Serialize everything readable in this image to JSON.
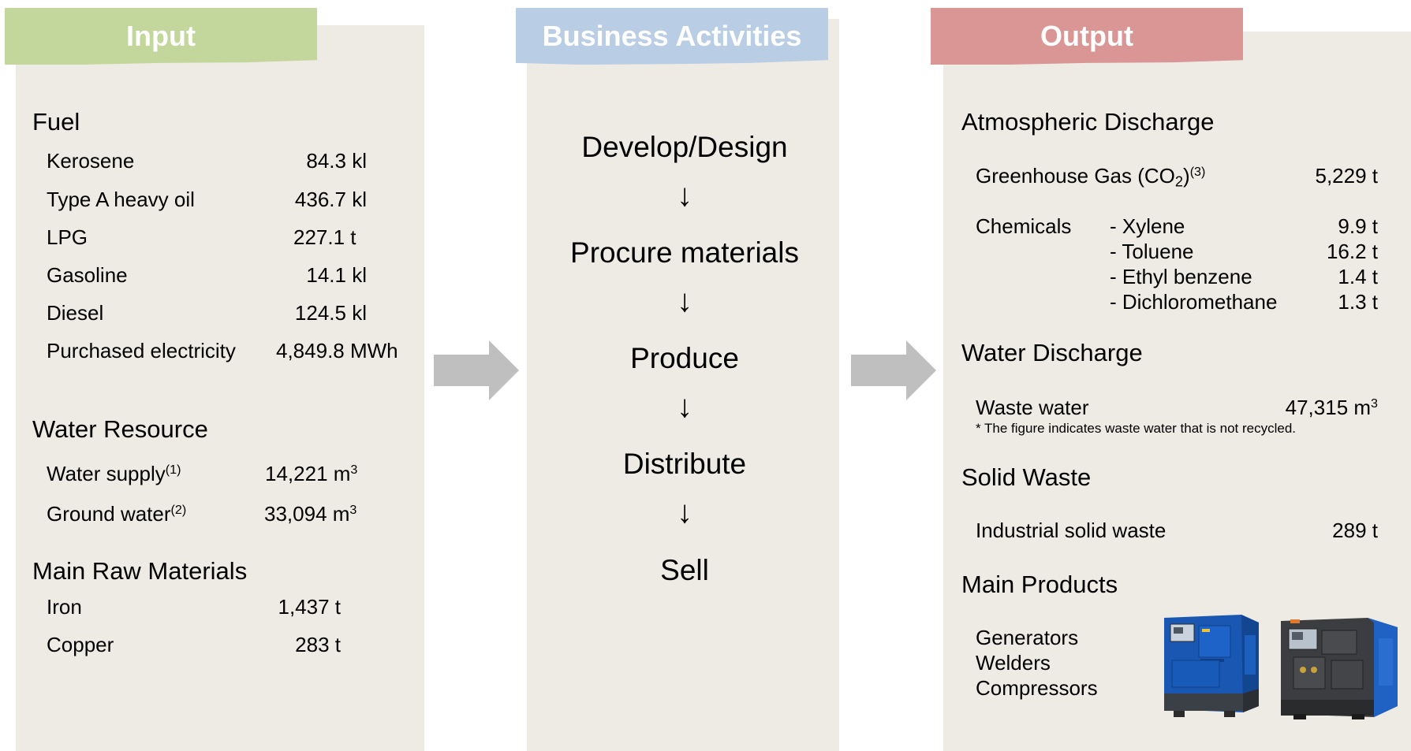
{
  "input": {
    "tab_title": "Input",
    "fuel": {
      "heading": "Fuel",
      "items": [
        {
          "label": "Kerosene",
          "value": "84.3 kl"
        },
        {
          "label": "Type A heavy oil",
          "value": "436.7 kl"
        },
        {
          "label": "LPG",
          "value": "227.1 t"
        },
        {
          "label": "Gasoline",
          "value": "14.1 kl"
        },
        {
          "label": "Diesel",
          "value": "124.5 kl"
        },
        {
          "label": "Purchased electricity",
          "value": "4,849.8 MWh"
        }
      ]
    },
    "water": {
      "heading": "Water Resource",
      "items": [
        {
          "label": "Water supply",
          "note": "(1)",
          "value": "14,221 m",
          "unit_sup": "3"
        },
        {
          "label": "Ground water",
          "note": "(2)",
          "value": "33,094 m",
          "unit_sup": "3"
        }
      ]
    },
    "materials": {
      "heading": "Main Raw Materials",
      "items": [
        {
          "label": "Iron",
          "value": "1,437 t"
        },
        {
          "label": "Copper",
          "value": "283 t"
        }
      ]
    }
  },
  "business": {
    "tab_title": "Business Activities",
    "steps": [
      "Develop/Design",
      "Procure materials",
      "Produce",
      "Distribute",
      "Sell"
    ],
    "arrow": "↓"
  },
  "output": {
    "tab_title": "Output",
    "atmospheric": {
      "heading": "Atmospheric Discharge",
      "ghg": {
        "label_pre": "Greenhouse Gas (CO",
        "label_sub": "2",
        "label_post": ")",
        "note": "(3)",
        "value": "5,229 t"
      },
      "chemicals_label": "Chemicals",
      "chemicals": [
        {
          "name": "- Xylene",
          "value": "9.9 t"
        },
        {
          "name": "- Toluene",
          "value": "16.2 t"
        },
        {
          "name": "- Ethyl benzene",
          "value": "1.4 t"
        },
        {
          "name": "- Dichloromethane",
          "value": "1.3 t"
        }
      ]
    },
    "water_discharge": {
      "heading": "Water Discharge",
      "label": "Waste water",
      "value": "47,315 m",
      "unit_sup": "3",
      "note": "* The figure indicates waste water that is not recycled."
    },
    "solid_waste": {
      "heading": "Solid Waste",
      "label": "Industrial solid waste",
      "value": "289 t"
    },
    "products": {
      "heading": "Main Products",
      "items": [
        "Generators",
        "Welders",
        "Compressors"
      ]
    }
  },
  "colors": {
    "panel_bg": "#edebe3",
    "input_tab": "#c3d69b",
    "business_tab": "#b9cde5",
    "output_tab": "#d99694",
    "arrow": "#bfbfbf",
    "generator_blue": "#1e64c8",
    "generator_dark": "#3a3a3a"
  }
}
